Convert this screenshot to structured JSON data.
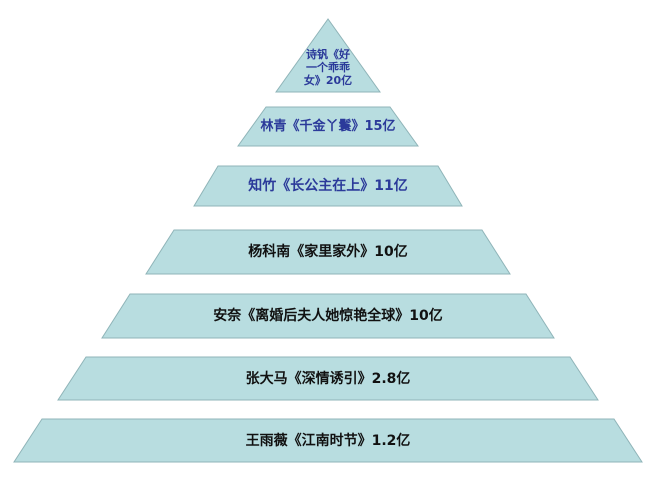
{
  "pyramid": {
    "fill_color": "#b8dde0",
    "stroke_color": "#8fb4b8",
    "tiers": [
      {
        "label": "诗钒《好一个乖乖女》20亿",
        "text_color": "#2b3a9a"
      },
      {
        "label": "林青《千金丫鬟》15亿",
        "text_color": "#2b3a9a"
      },
      {
        "label": "知竹《长公主在上》11亿",
        "text_color": "#2b3a9a"
      },
      {
        "label": "杨科南《家里家外》10亿",
        "text_color": "#111111"
      },
      {
        "label": "安奈《离婚后夫人她惊艳全球》10亿",
        "text_color": "#111111"
      },
      {
        "label": "张大马《深情诱引》2.8亿",
        "text_color": "#111111"
      },
      {
        "label": "王雨薇《江南时节》1.2亿",
        "text_color": "#111111"
      }
    ]
  }
}
